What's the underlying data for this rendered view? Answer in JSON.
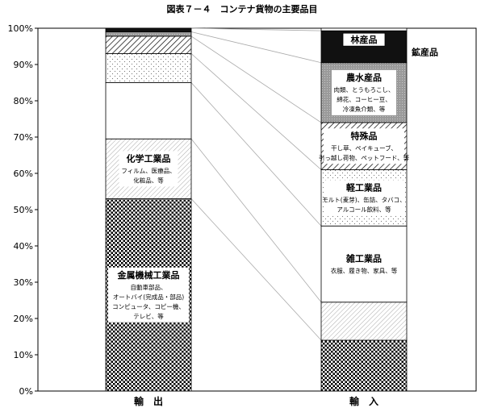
{
  "chart_data": {
    "type": "bar",
    "stacked": true,
    "title": "図表７－４　コンテナ貨物の主要品目",
    "categories": [
      "輸　出",
      "輸　入"
    ],
    "ylim": [
      0,
      100
    ],
    "yticks": [
      0,
      10,
      20,
      30,
      40,
      50,
      60,
      70,
      80,
      90,
      100
    ],
    "ytick_labels": [
      "0%",
      "10%",
      "20%",
      "30%",
      "40%",
      "50%",
      "60%",
      "70%",
      "80%",
      "90%",
      "100%"
    ],
    "grid": false,
    "stacks": [
      {
        "category": "輸　出",
        "segments": [
          {
            "key": "metal",
            "name": "金属機械工業品",
            "lines": [
              "自動車部品、",
              "オートバイ(完成品・部品)",
              "コンピュータ、コピー機、",
              "テレビ、等"
            ],
            "from": 0,
            "to": 53,
            "pattern": "dots-dense"
          },
          {
            "key": "chem",
            "name": "化学工業品",
            "lines": [
              "フィルム、医療品、",
              "化粧品、等"
            ],
            "from": 53,
            "to": 69.5,
            "pattern": "hatch-light"
          },
          {
            "key": "misc",
            "name": "",
            "lines": [],
            "from": 69.5,
            "to": 85,
            "pattern": "white"
          },
          {
            "key": "light",
            "name": "",
            "lines": [],
            "from": 85,
            "to": 93,
            "pattern": "dots-light"
          },
          {
            "key": "special",
            "name": "",
            "lines": [],
            "from": 93,
            "to": 97.8,
            "pattern": "hatch"
          },
          {
            "key": "agri",
            "name": "",
            "lines": [],
            "from": 97.8,
            "to": 99,
            "pattern": "gray"
          },
          {
            "key": "forest",
            "name": "",
            "lines": [],
            "from": 99,
            "to": 100,
            "pattern": "black"
          }
        ]
      },
      {
        "category": "輸　入",
        "segments": [
          {
            "key": "metal",
            "name": "",
            "lines": [],
            "from": 0,
            "to": 14,
            "pattern": "dots-dense"
          },
          {
            "key": "chem",
            "name": "",
            "lines": [],
            "from": 14,
            "to": 24.5,
            "pattern": "hatch-light"
          },
          {
            "key": "misc",
            "name": "雑工業品",
            "lines": [
              "衣服、履き物、家具、等"
            ],
            "from": 24.5,
            "to": 45.5,
            "pattern": "white"
          },
          {
            "key": "light",
            "name": "軽工業品",
            "lines": [
              "モルト(麦芽)、缶詰、タバコ、",
              "アルコール飲料、等"
            ],
            "from": 45.5,
            "to": 61,
            "pattern": "dots-light"
          },
          {
            "key": "special",
            "name": "特殊品",
            "lines": [
              "干し草、ペイキューブ、",
              "引っ越し荷物、ペットフード、等"
            ],
            "from": 61,
            "to": 74,
            "pattern": "hatch"
          },
          {
            "key": "agri",
            "name": "農水産品",
            "lines": [
              "肉類、とうもろこし、",
              "綿花、コーヒー豆、",
              "冷凍魚介類、等"
            ],
            "from": 74,
            "to": 90.5,
            "pattern": "gray"
          },
          {
            "key": "forest",
            "name": "林産品",
            "lines": [],
            "from": 90.5,
            "to": 99.3,
            "pattern": "black"
          },
          {
            "key": "mineral",
            "name": "",
            "lines": [],
            "from": 99.3,
            "to": 100,
            "pattern": "white"
          }
        ]
      }
    ],
    "side_annotations": [
      {
        "text": "鉱産品",
        "category": "輸　入",
        "value": 93.5
      }
    ]
  }
}
